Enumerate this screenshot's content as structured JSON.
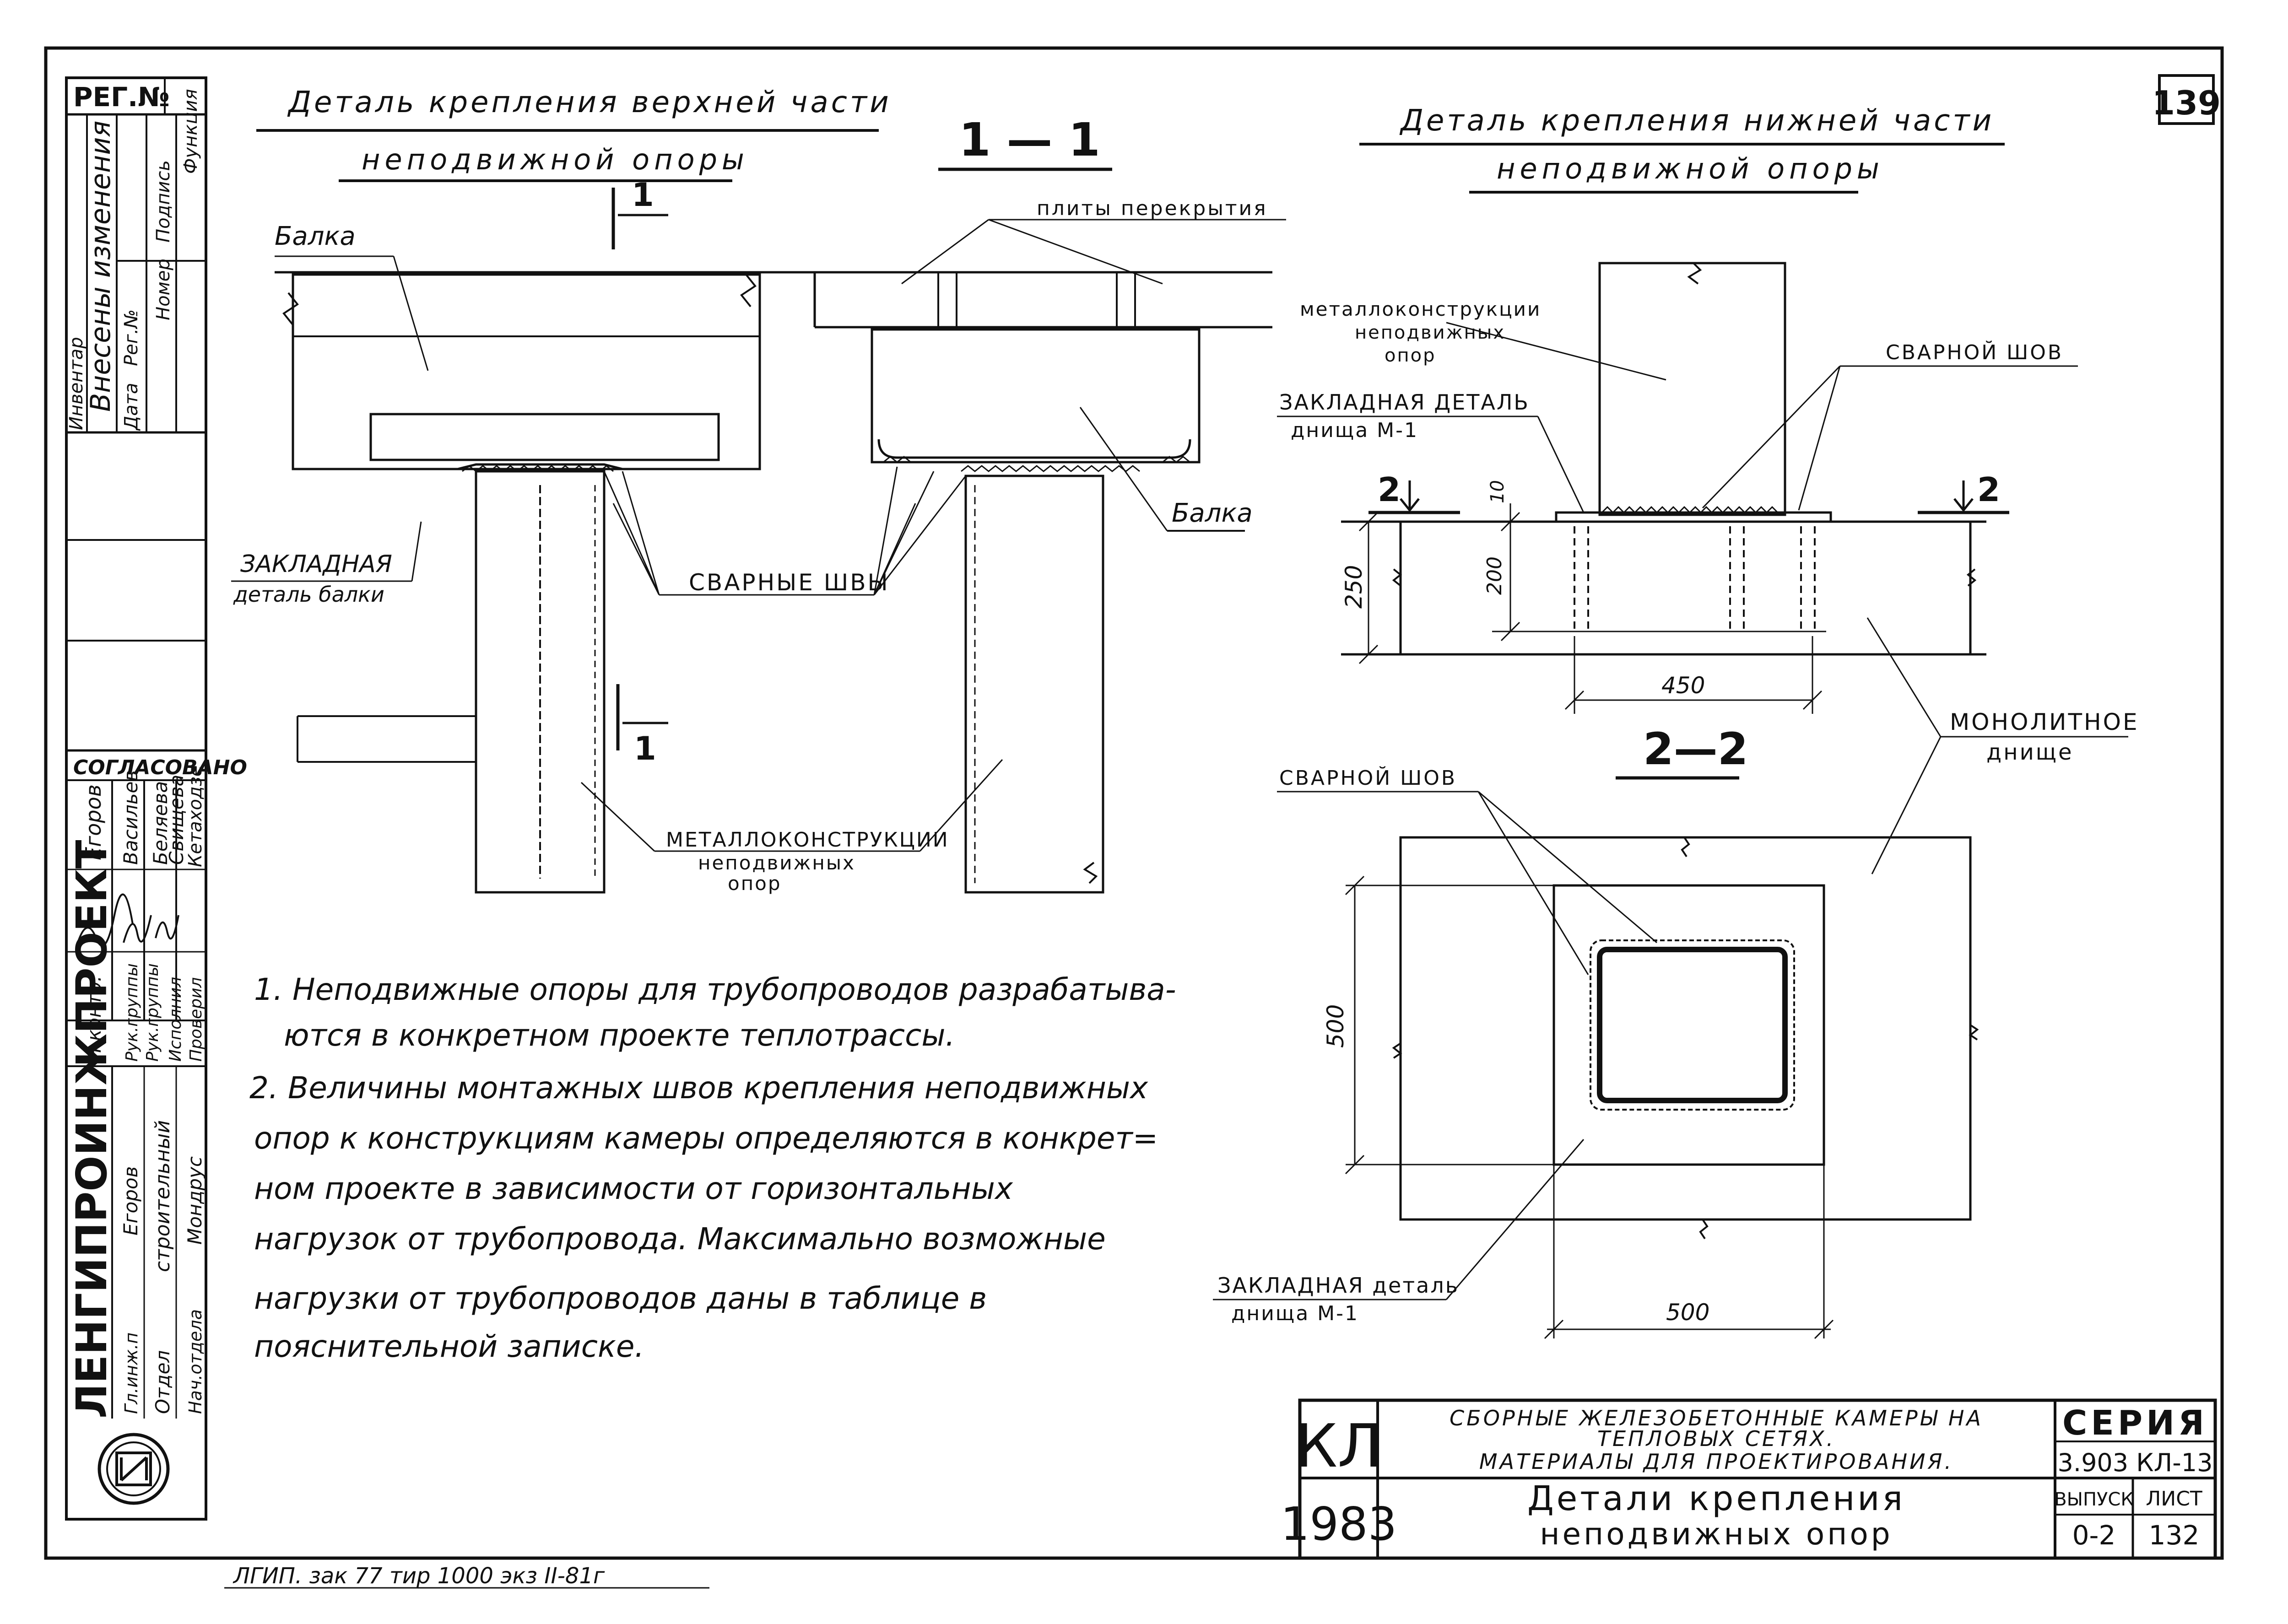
{
  "sheet_number": "139",
  "left_panel": {
    "reg_label": "РЕГ.№",
    "changes_title": "Внесены изменения",
    "changes_columns": [
      "Инвентар",
      "Дата",
      "Рег.№",
      "Номер",
      "Подпись",
      "Функция"
    ],
    "agreed_label": "СОГЛАСОВАНО",
    "agreed_names": [
      "Егоров",
      "Васильев",
      "Беляева",
      "Свищева",
      "Кетаходзе"
    ],
    "roles": [
      "Н.контр.",
      "Рук.группы",
      "Рук.группы",
      "Исполнил",
      "Проверил"
    ],
    "org_name": "ЛЕНГИПРОИНЖПРОЕКТ",
    "dept_labels": [
      "Гл.инж.п",
      "Отдел",
      "Нач.отдела"
    ],
    "dept_names": [
      "Егоров",
      "строительный",
      "Мондрус"
    ]
  },
  "detail_top": {
    "title_line1": "Деталь крепления верхней части",
    "title_line2": "неподвижной опоры",
    "label_balka_left": "Балка",
    "label_embedded_line1": "ЗАКЛАДНАЯ",
    "label_embedded_line2": "деталь балки"
  },
  "section_1_1": {
    "title": "1 — 1",
    "cut_mark": "1",
    "label_slabs": "плиты перекрытия",
    "label_balka": "Балка",
    "label_welds": "СВАРНЫЕ ШВЫ",
    "label_metal_line1": "МЕТАЛЛОКОНСТРУКЦИИ",
    "label_metal_line2": "неподвижных",
    "label_metal_line3": "опор"
  },
  "detail_bottom": {
    "title_line1": "Деталь крепления нижней части",
    "title_line2": "неподвижной опоры",
    "label_metal_line1": "металлоконструкции",
    "label_metal_line2": "неподвижных",
    "label_metal_line3": "опор",
    "label_weld": "СВАРНОЙ ШОВ",
    "label_embedded_line1": "ЗАКЛАДНАЯ ДЕТАЛЬ",
    "label_embedded_line2": "днища М-1",
    "cut_mark": "2",
    "dim_10": "10",
    "dim_200": "200",
    "dim_250": "250",
    "dim_450": "450",
    "label_monolith_line1": "МОНОЛИТНОЕ",
    "label_monolith_line2": "днище"
  },
  "section_2_2": {
    "title": "2—2",
    "label_weld": "СВАРНОЙ ШОВ",
    "dim_500_vertical": "500",
    "dim_500_horizontal": "500",
    "label_embedded_line1": "ЗАКЛАДНАЯ деталь",
    "label_embedded_line2": "днища М-1"
  },
  "notes": [
    "1. Неподвижные опоры для трубопроводов разрабатыва-",
    "ются в конкретном проекте теплотрассы.",
    "2. Величины монтажных швов крепления неподвижных",
    "опор к конструкциям камеры определяются в конкрет=",
    "ном проекте в зависимости от горизонтальных",
    "нагрузок от трубопровода. Максимально возможные",
    "нагрузки от трубопроводов даны в таблице в",
    "пояснительной записке."
  ],
  "title_block": {
    "code": "КЛ",
    "year": "1983",
    "desc_line1": "СБОРНЫЕ ЖЕЛЕЗОБЕТОННЫЕ КАМЕРЫ НА",
    "desc_line2": "ТЕПЛОВЫХ СЕТЯХ.",
    "desc_line3": "МАТЕРИАЛЫ ДЛЯ ПРОЕКТИРОВАНИЯ.",
    "sheet_title_line1": "Детали крепления",
    "sheet_title_line2": "неподвижных опор",
    "series_label": "СЕРИЯ",
    "series_value": "3.903 КЛ-13",
    "issue_label": "ВЫПУСК",
    "issue_value": "0-2",
    "sheet_label": "ЛИСТ",
    "sheet_value": "132"
  },
  "print_info": "ЛГИП. зак 77 тир 1000 экз II-81г"
}
